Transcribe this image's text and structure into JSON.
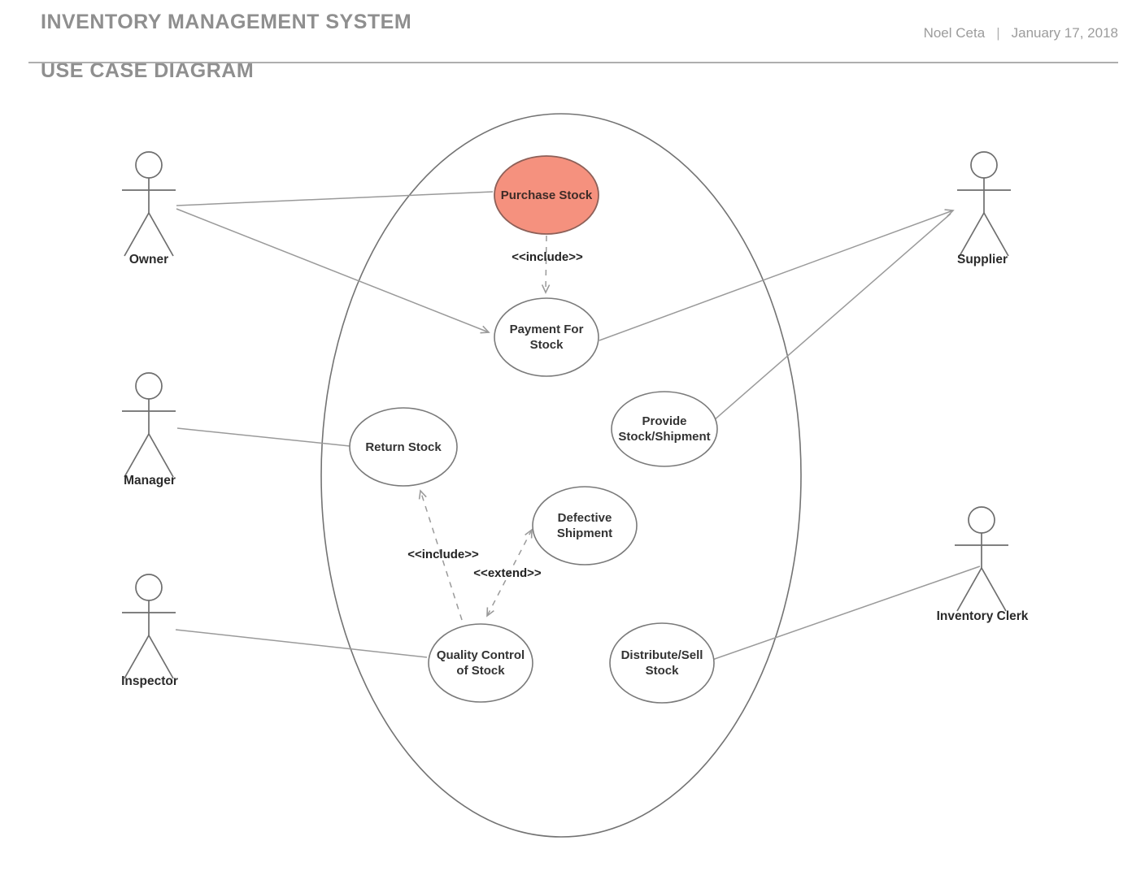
{
  "header": {
    "title_line1": "INVENTORY MANAGEMENT SYSTEM",
    "title_line2": "USE CASE DIAGRAM",
    "author": "Noel Ceta",
    "separator": "|",
    "date": "January 17, 2018"
  },
  "actors": {
    "owner": {
      "label": "Owner"
    },
    "manager": {
      "label": "Manager"
    },
    "inspector": {
      "label": "Inspector"
    },
    "supplier": {
      "label": "Supplier"
    },
    "inventory_clerk": {
      "label": "Inventory Clerk"
    }
  },
  "use_cases": {
    "purchase_stock": {
      "line1": "Purchase Stock",
      "fill": "#f5917e",
      "stroke": "#8d6058"
    },
    "payment_for_stock": {
      "line1": "Payment For",
      "line2": "Stock"
    },
    "provide_stock_shipment": {
      "line1": "Provide",
      "line2": "Stock/Shipment"
    },
    "return_stock": {
      "line1": "Return Stock"
    },
    "defective_shipment": {
      "line1": "Defective",
      "line2": "Shipment"
    },
    "quality_control_of_stock": {
      "line1": "Quality Control",
      "line2": "of Stock"
    },
    "distribute_sell_stock": {
      "line1": "Distribute/Sell",
      "line2": "Stock"
    }
  },
  "relationships": {
    "include_label": "<<include>>",
    "extend_label": "<<extend>>"
  },
  "colors": {
    "highlight_fill": "#f5917e",
    "line_gray": "#9a9a9a",
    "title_gray": "#8f8f8f"
  }
}
